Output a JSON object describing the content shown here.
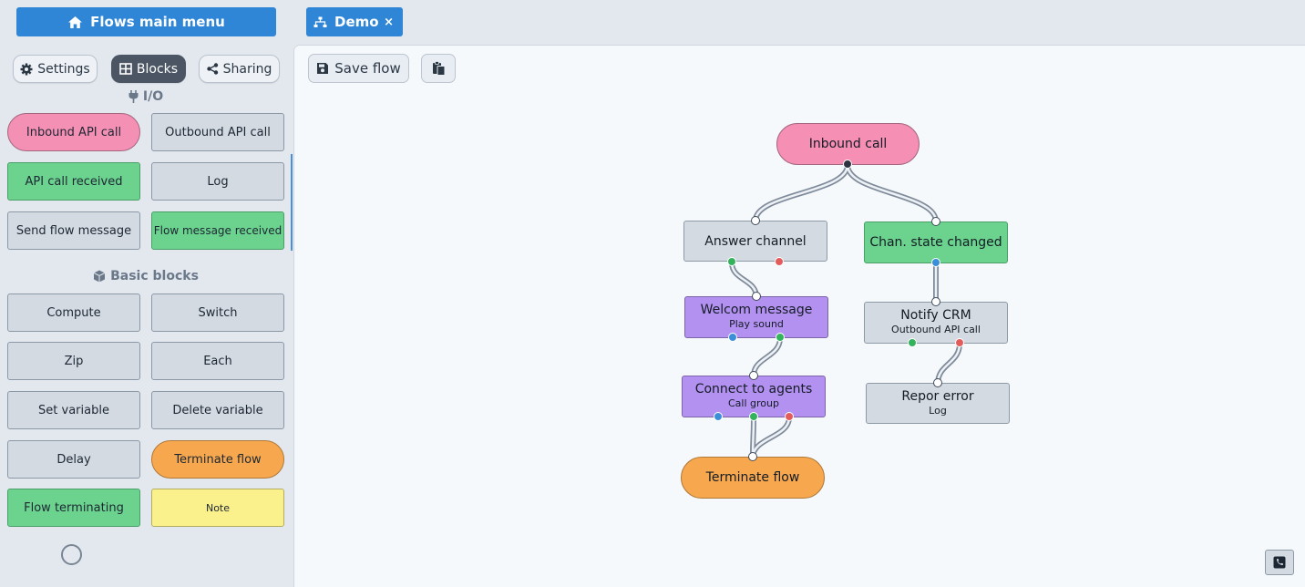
{
  "header": {
    "main_menu_label": "Flows main menu",
    "tab_label": "Demo",
    "tab_close": "×"
  },
  "sidebar": {
    "tabs": [
      "Settings",
      "Blocks",
      "Sharing"
    ],
    "active_tab": "Blocks",
    "sections": [
      {
        "title": "I/O",
        "blocks": [
          "Inbound API call",
          "Outbound API call",
          "API call received",
          "Log",
          "Send flow message",
          "Flow message received"
        ]
      },
      {
        "title": "Basic blocks",
        "blocks": [
          "Compute",
          "Switch",
          "Zip",
          "Each",
          "Set variable",
          "Delete variable",
          "Delay",
          "Terminate flow",
          "Flow terminating",
          "Note"
        ]
      }
    ]
  },
  "toolbar": {
    "save_label": "Save flow"
  },
  "canvas": {
    "nodes": {
      "inbound_call": {
        "title": "Inbound call"
      },
      "answer_channel": {
        "title": "Answer channel"
      },
      "chan_state_changed": {
        "title": "Chan. state changed"
      },
      "welcom_message": {
        "title": "Welcom message",
        "subtitle": "Play sound"
      },
      "notify_crm": {
        "title": "Notify CRM",
        "subtitle": "Outbound API call"
      },
      "connect_to_agents": {
        "title": "Connect to agents",
        "subtitle": "Call group"
      },
      "repor_error": {
        "title": "Repor error",
        "subtitle": "Log"
      },
      "terminate_flow": {
        "title": "Terminate flow"
      }
    }
  },
  "colors": {
    "accent": "#2f86d6",
    "block_pink": "#f68fb4",
    "block_green": "#6bd38e",
    "block_purple": "#b391f0",
    "block_orange": "#f7a84e",
    "block_grey": "#d3dae2",
    "note_yellow": "#faf08c",
    "port_green": "#33b35c",
    "port_red": "#e45b5b",
    "port_blue": "#3b8fd9"
  }
}
